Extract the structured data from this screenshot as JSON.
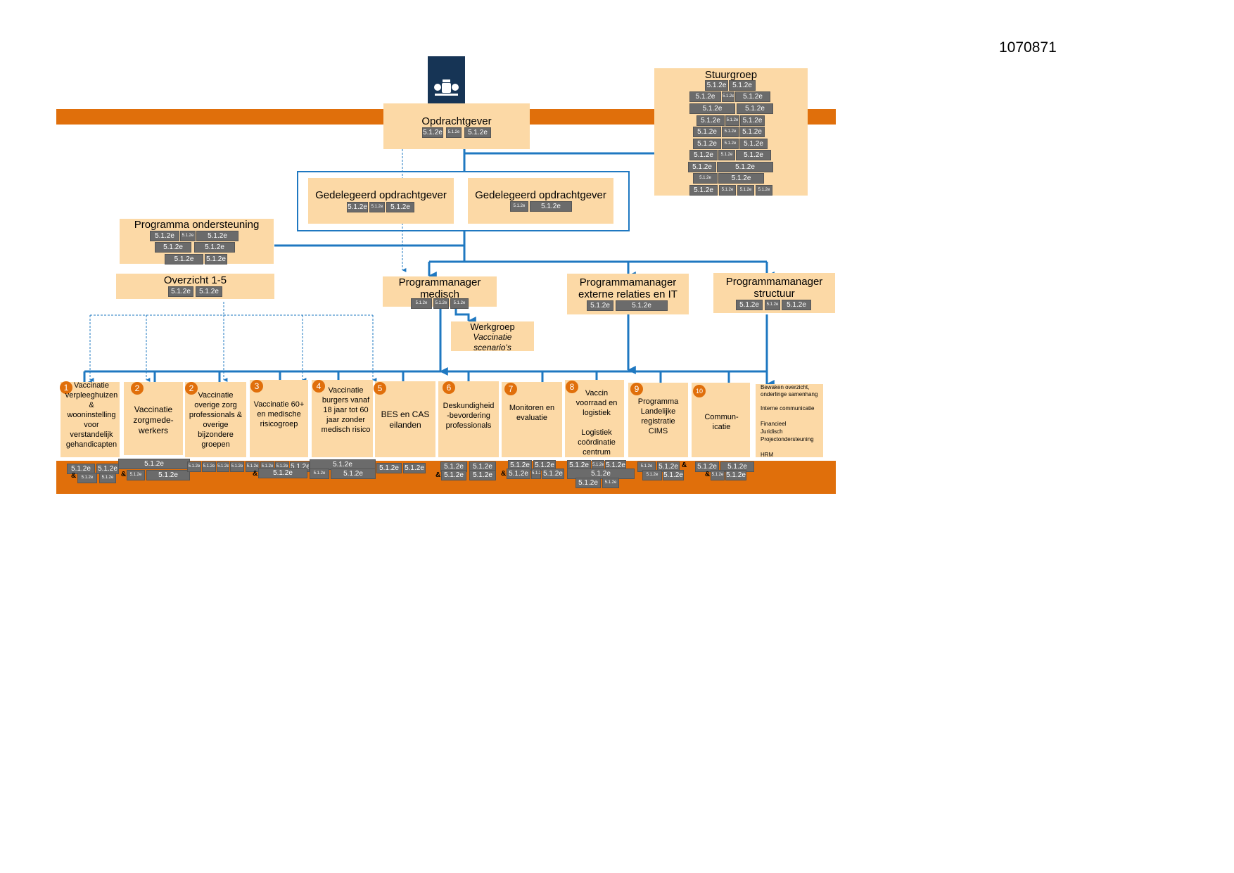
{
  "doc_number": "1070871",
  "redaction": "5.1.2e",
  "amp": "&",
  "colors": {
    "orange": "#e06f0b",
    "box": "#fcd9a6",
    "blue": "#1f78c1",
    "redaction": "#6b6b6b",
    "logo": "#163455"
  },
  "opdrachtgever": {
    "title": "Opdrachtgever"
  },
  "stuurgroep": {
    "title": "Stuurgroep"
  },
  "gedelegeerd": [
    {
      "title": "Gedelegeerd opdrachtgever"
    },
    {
      "title": "Gedelegeerd opdrachtgever"
    }
  ],
  "programma_ondersteuning": {
    "title": "Programma ondersteuning"
  },
  "overzicht": {
    "title": "Overzicht 1-5"
  },
  "pm_medisch": {
    "title": "Programmanager medisch"
  },
  "pm_externe": {
    "title": "Programmamanager externe relaties en IT"
  },
  "pm_structuur": {
    "title": "Programmamanager structuur"
  },
  "werkgroep": {
    "line1": "Werkgroep",
    "line2": "Vaccinatie scenario's"
  },
  "workstreams": [
    {
      "num": "1",
      "text": "Vaccinatie verpleeghuizen& wooninstelling voor verstandelijk gehandicapten"
    },
    {
      "num": "2",
      "text": "Vaccinatie zorgmede-werkers"
    },
    {
      "num": "2",
      "text": "Vaccinatie overige zorg professionals & overige bijzondere groepen"
    },
    {
      "num": "3",
      "text": "Vaccinatie 60+ en medische risicogroep"
    },
    {
      "num": "4",
      "text": "Vaccinatie burgers vanaf 18 jaar tot 60 jaar zonder medisch risico"
    },
    {
      "num": "5",
      "text": "BES en CAS eilanden"
    },
    {
      "num": "6",
      "text": "Deskundigheid-bevordering professionals"
    },
    {
      "num": "7",
      "text": "Monitoren en evaluatie"
    },
    {
      "num": "8",
      "text": "Vaccin voorraad en logistiek\n\nLogistiek coördinatie centrum"
    },
    {
      "num": "9",
      "text": "Programma Landelijke registratie CIMS"
    },
    {
      "num": "10",
      "text": "Commun-icatie"
    }
  ],
  "structuur_list": [
    "Bewaken overzicht, onderlinge samenhang",
    "Interne communicatie",
    "Financieel",
    "Juridisch",
    "Projectondersteuning",
    "HRM"
  ]
}
